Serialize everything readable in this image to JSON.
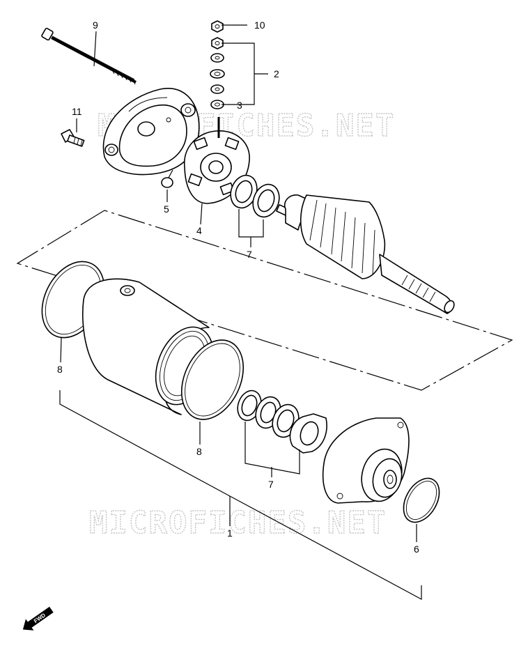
{
  "watermarks": [
    "MICROFICHES.NET",
    "MICROFICHES.NET"
  ],
  "callouts": [
    {
      "id": "c1",
      "text": "1"
    },
    {
      "id": "c2",
      "text": "2"
    },
    {
      "id": "c3",
      "text": "3"
    },
    {
      "id": "c4",
      "text": "4"
    },
    {
      "id": "c5",
      "text": "5"
    },
    {
      "id": "c6",
      "text": "6"
    },
    {
      "id": "c7a",
      "text": "7"
    },
    {
      "id": "c7b",
      "text": "7"
    },
    {
      "id": "c8a",
      "text": "8"
    },
    {
      "id": "c8b",
      "text": "8"
    },
    {
      "id": "c9",
      "text": "9"
    },
    {
      "id": "c10",
      "text": "10"
    },
    {
      "id": "c11",
      "text": "11"
    }
  ],
  "fwd_badge": "FWD"
}
